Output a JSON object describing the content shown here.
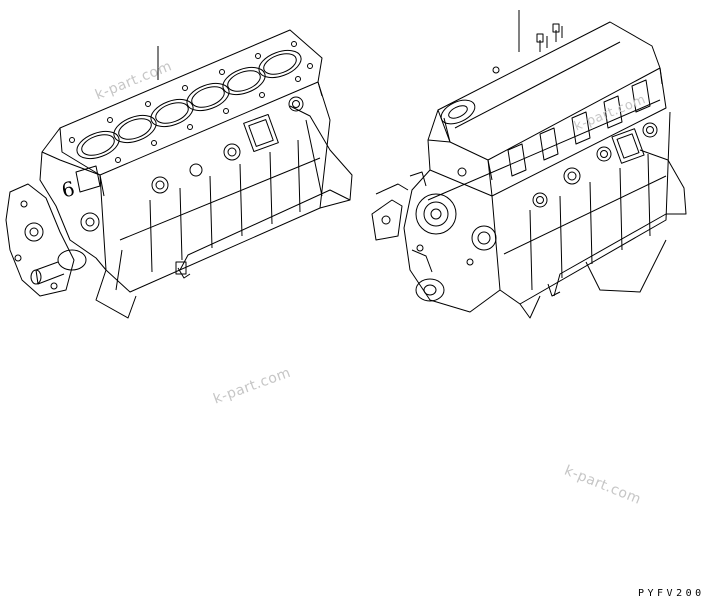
{
  "watermarks": [
    "k-part.com",
    "k-part.com",
    "k-part.com",
    "k-part.com"
  ],
  "figure_code": "PYFV200",
  "colors": {
    "line": "#000000",
    "watermark": "#c6c6c6",
    "background": "#ffffff"
  }
}
